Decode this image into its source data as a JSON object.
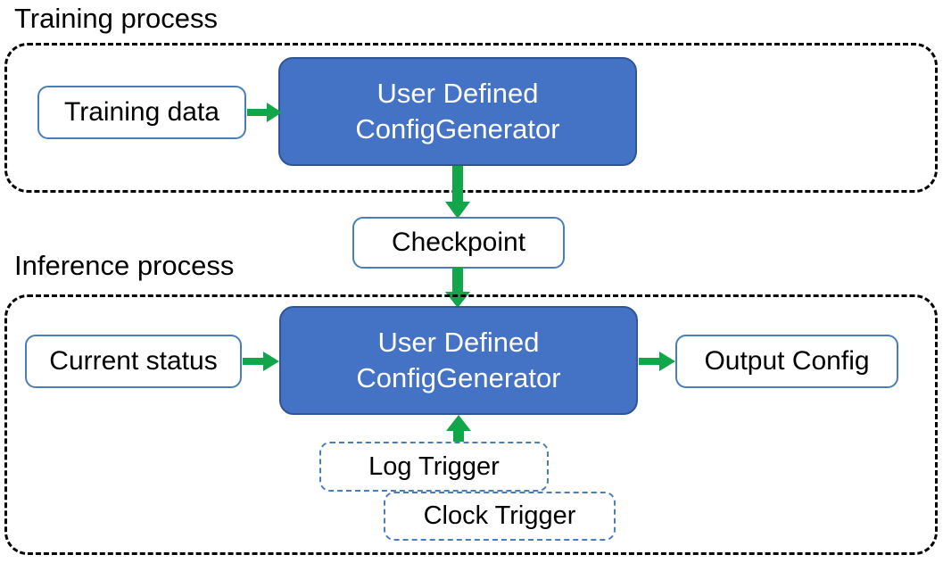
{
  "diagram": {
    "title_training": "Training process",
    "title_inference": "Inference process",
    "accent_green": "#12A64A",
    "node_blue_fill": "#4472C4",
    "node_blue_stroke": "#2F5597",
    "node_white_stroke": "#4A7EBB",
    "group_stroke": "#000000"
  },
  "training": {
    "label": "Training process",
    "input_node": "Training data",
    "process_node": {
      "line1": "User Defined",
      "line2": "ConfigGenerator"
    }
  },
  "bridge": {
    "checkpoint": "Checkpoint"
  },
  "inference": {
    "label": "Inference process",
    "input_node": "Current status",
    "process_node": {
      "line1": "User Defined",
      "line2": "ConfigGenerator"
    },
    "output_node": "Output Config",
    "triggers": [
      {
        "label": "Log Trigger"
      },
      {
        "label": "Clock Trigger"
      }
    ]
  },
  "arrows": [
    {
      "name": "training-data-to-generator",
      "direction": "right"
    },
    {
      "name": "training-generator-to-checkpoint",
      "direction": "down"
    },
    {
      "name": "checkpoint-to-inference-generator",
      "direction": "down"
    },
    {
      "name": "current-status-to-generator",
      "direction": "right"
    },
    {
      "name": "generator-to-output-config",
      "direction": "right"
    },
    {
      "name": "triggers-to-generator",
      "direction": "up"
    }
  ]
}
